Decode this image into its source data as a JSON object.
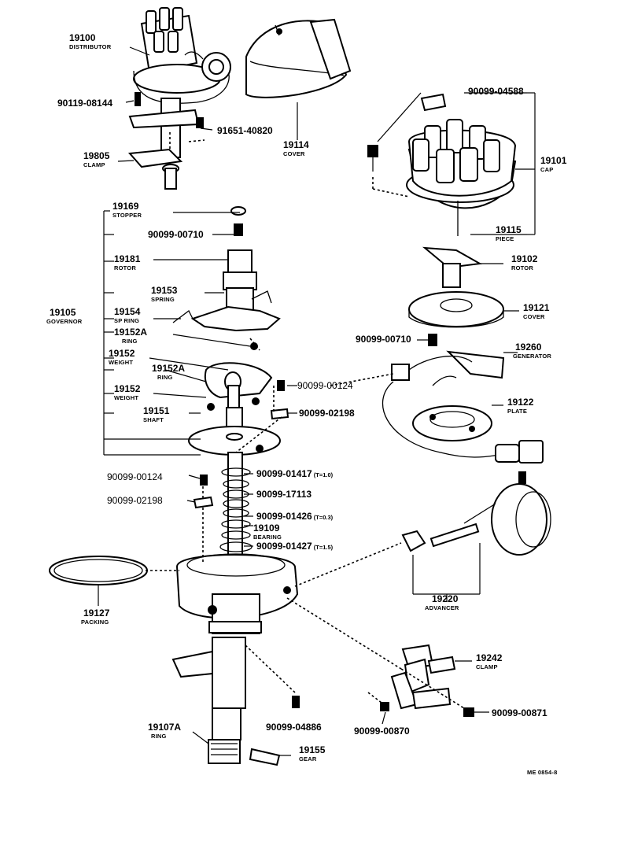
{
  "labels": {
    "l19100": {
      "num": "19100",
      "name": "DISTRIBUTOR"
    },
    "l90119_08144": {
      "num": "90119-08144"
    },
    "l91651_40820": {
      "num": "91651-40820"
    },
    "l19805": {
      "num": "19805",
      "name": "CLAMP"
    },
    "l19114": {
      "num": "19114",
      "name": "COVER"
    },
    "l90099_04588": {
      "num": "90099-04588"
    },
    "l19101": {
      "num": "19101",
      "name": "CAP"
    },
    "l19115": {
      "num": "19115",
      "name": "PIECE"
    },
    "l19169": {
      "num": "19169",
      "name": "STOPPER"
    },
    "l90099_00710a": {
      "num": "90099-00710"
    },
    "l19181": {
      "num": "19181",
      "name": "ROTOR"
    },
    "l19153": {
      "num": "19153",
      "name": "SPRING"
    },
    "l19105": {
      "num": "19105",
      "name": "GOVERNOR"
    },
    "l19154": {
      "num": "19154",
      "name": "SP RING"
    },
    "l19152A_a": {
      "num": "19152A",
      "name": "RING"
    },
    "l19152_a": {
      "num": "19152",
      "name": "WEIGHT"
    },
    "l19152A_b": {
      "num": "19152A",
      "name": "RING"
    },
    "l19152_b": {
      "num": "19152",
      "name": "WEIGHT"
    },
    "l19151": {
      "num": "19151",
      "name": "SHAFT"
    },
    "l19102": {
      "num": "19102",
      "name": "ROTOR"
    },
    "l19121": {
      "num": "19121",
      "name": "COVER"
    },
    "l90099_00710b": {
      "num": "90099-00710"
    },
    "l19260": {
      "num": "19260",
      "name": "GENERATOR"
    },
    "l90099_00124a": {
      "num": "90099-00124"
    },
    "l19122": {
      "num": "19122",
      "name": "PLATE"
    },
    "l90099_02198a": {
      "num": "90099-02198"
    },
    "l90099_00124b": {
      "num": "90099-00124"
    },
    "l90099_01417": {
      "num": "90099-01417",
      "note": "(T=1.0)"
    },
    "l90099_02198b": {
      "num": "90099-02198"
    },
    "l90099_17113": {
      "num": "90099-17113"
    },
    "l90099_01426": {
      "num": "90099-01426",
      "note": "(T=0.3)"
    },
    "l19109": {
      "num": "19109",
      "name": "BEARING"
    },
    "l90099_01427": {
      "num": "90099-01427",
      "note": "(T=1.5)"
    },
    "l19127": {
      "num": "19127",
      "name": "PACKING"
    },
    "l19220": {
      "num": "19220",
      "name": "ADVANCER"
    },
    "l19242": {
      "num": "19242",
      "name": "CLAMP"
    },
    "l90099_00871": {
      "num": "90099-00871"
    },
    "l90099_00870": {
      "num": "90099-00870"
    },
    "l19107A": {
      "num": "19107A",
      "name": "RING"
    },
    "l90099_04886": {
      "num": "90099-04886"
    },
    "l19155": {
      "num": "19155",
      "name": "GEAR"
    },
    "footer": {
      "code": "ME 0854-8"
    }
  }
}
